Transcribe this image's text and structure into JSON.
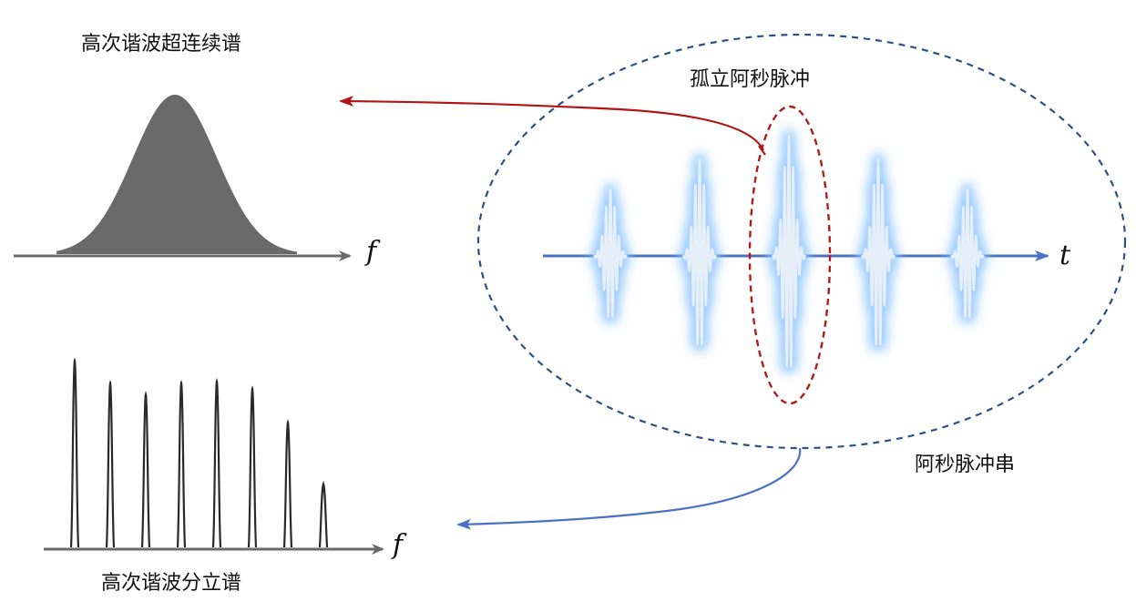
{
  "labels": {
    "continuum_spectrum": "高次谐波超连续谱",
    "discrete_spectrum": "高次谐波分立谱",
    "isolated_pulse": "孤立阿秒脉冲",
    "pulse_train": "阿秒脉冲串"
  },
  "axes": {
    "frequency_var": "f",
    "time_var": "t"
  },
  "colors": {
    "axis": "#6b6b6b",
    "axis_time": "#4a72c4",
    "gaussian_fill": "#6a6a6a",
    "red_dashed": "#b01c1c",
    "blue_dashed": "#2f4f86",
    "red_arrow": "#b01414",
    "blue_arrow": "#4a72c4",
    "pulse_glow": "#8ec6ff",
    "pulse_core": "#e6eef8",
    "harmonic_line": "#2a2a2a"
  },
  "pulse_train_pulses": [
    {
      "relative_amplitude": 0.55
    },
    {
      "relative_amplitude": 0.8
    },
    {
      "relative_amplitude": 1.0
    },
    {
      "relative_amplitude": 0.8
    },
    {
      "relative_amplitude": 0.55
    }
  ],
  "harmonic_peaks": [
    {
      "relative_height": 1.0
    },
    {
      "relative_height": 0.88
    },
    {
      "relative_height": 0.82
    },
    {
      "relative_height": 0.88
    },
    {
      "relative_height": 0.89
    },
    {
      "relative_height": 0.85
    },
    {
      "relative_height": 0.67
    },
    {
      "relative_height": 0.34
    }
  ]
}
